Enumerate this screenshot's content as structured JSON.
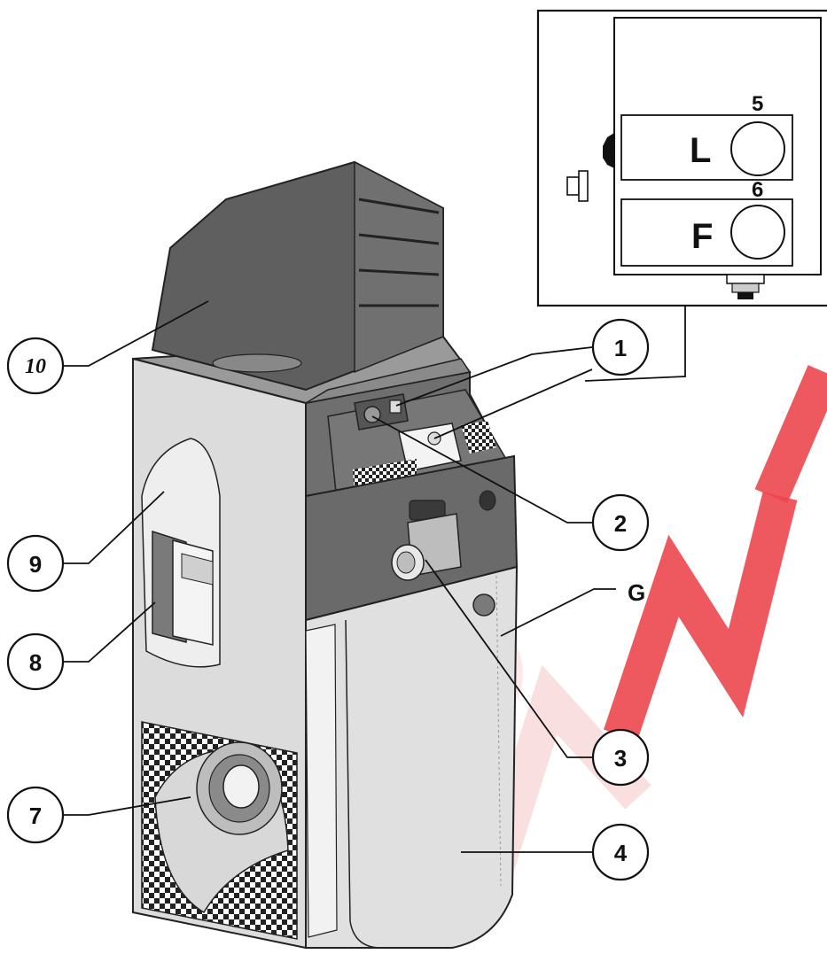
{
  "callouts": [
    {
      "id": "c1",
      "label": "1"
    },
    {
      "id": "c2",
      "label": "2"
    },
    {
      "id": "c3",
      "label": "3"
    },
    {
      "id": "c4",
      "label": "4"
    },
    {
      "id": "c7",
      "label": "7"
    },
    {
      "id": "c8",
      "label": "8"
    },
    {
      "id": "c9",
      "label": "9"
    },
    {
      "id": "c10",
      "label": "10"
    }
  ],
  "g_label": "G",
  "inset": {
    "upper_letter": "L",
    "upper_number": "5",
    "lower_letter": "F",
    "lower_number": "6"
  },
  "colors": {
    "body_light": "#dcdcdc",
    "body_dark": "#6f6f6f",
    "hood": "#5f5f5f",
    "watermark": "#e8262f"
  }
}
